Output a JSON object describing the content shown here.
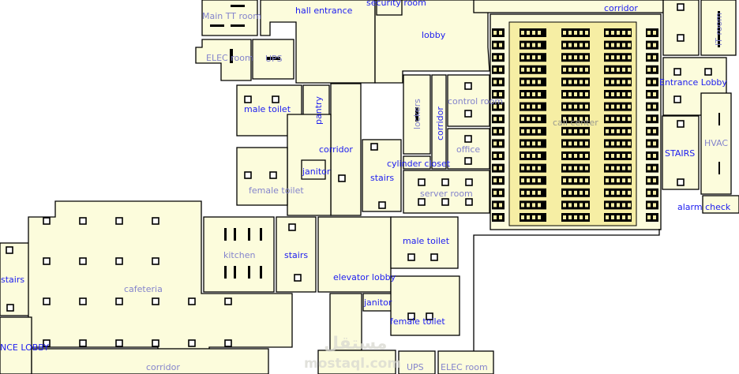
{
  "plan": {
    "colors": {
      "room_fill": "#fcfcdc",
      "call_center_fill": "#f6eea4",
      "label_strong": "#1c1cf0",
      "label_faded": "#8484cc"
    },
    "labels": {
      "main_tt_room": "Main TT room",
      "hall_entrance": "hall entrance",
      "security_room": "security room",
      "lobby": "lobby",
      "corridor_top": "corridor",
      "it_room": "IT room",
      "elec_room": "ELEC room",
      "ups": "UPS",
      "male_toilet": "male toilet",
      "pantry": "pantry",
      "corridor_mid": "corridor",
      "janitor": "janitor",
      "female_toilet": "female toilet",
      "stairs_mid": "stairs",
      "lockers": "lockers",
      "corridor_vert": "corridor",
      "control_room": "control room",
      "office": "office",
      "cylinder_closet": "cylinder closet",
      "server_room": "server room",
      "call_center": "call center",
      "entrance_lobby": "Entrance Lobby",
      "stairs_right": "STAIRS",
      "hvac": "HVAC",
      "alarm_check": "alarm check",
      "stairs_left": "stairs",
      "cafeteria": "cafeteria",
      "kitchen": "kitchen",
      "stairs_lower": "stairs",
      "elevator_lobby": "elevator lobby",
      "male_toilet_2": "male toilet",
      "janitor_2": "janitor",
      "female_toilet_2": "female toilet",
      "entrance_lobby_2": "NCE LOBBY",
      "corridor_bottom": "corridor",
      "ups_2": "UPS",
      "elec_room_2": "ELEC room"
    },
    "watermark": {
      "arabic": "مستقل",
      "latin": "mostaql.com"
    }
  }
}
